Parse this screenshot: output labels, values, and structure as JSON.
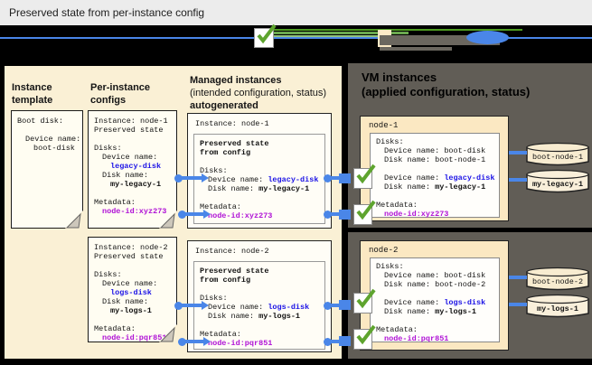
{
  "title": "Preserved state from per-instance config",
  "colors": {
    "accent_blue": "#4a86e8",
    "value_blue": "#1c13e6",
    "value_magenta": "#b012d6",
    "check_green": "#5ea42e",
    "panel_cream": "#faf0d5",
    "node_cream": "#fbe8c2",
    "panel_gray": "#615d56"
  },
  "legend": {
    "check_icon": "checkmark",
    "arrow_icon": "green-apply-arrow",
    "disk_icon": "blue-attach-line"
  },
  "headers": {
    "template_l1": "Instance",
    "template_l2": "template",
    "pic_l1": "Per-instance",
    "pic_l2": "configs",
    "managed_l1": "Managed instances",
    "managed_l2": "(intended configuration, status)",
    "managed_l3": "autogenerated",
    "vm_l1": "VM instances",
    "vm_l2": "(applied configuration, status)"
  },
  "template_doc": {
    "boot": "Boot disk:",
    "device_label": "Device name:",
    "device": "boot-disk"
  },
  "pic_docs": [
    {
      "instance": "Instance: node-1",
      "preserved": "Preserved state",
      "disks": "Disks:",
      "device_label": "Device name:",
      "device": "legacy-disk",
      "disk_label": "Disk name:",
      "disk": "my-legacy-1",
      "metadata": "Metadata:",
      "node_id": "node-id:xyz273"
    },
    {
      "instance": "Instance: node-2",
      "preserved": "Preserved state",
      "disks": "Disks:",
      "device_label": "Device name:",
      "device": "logs-disk",
      "disk_label": "Disk name:",
      "disk": "my-logs-1",
      "metadata": "Metadata:",
      "node_id": "node-id:pqr851"
    }
  ],
  "managed_boxes": [
    {
      "instance": "Instance: node-1",
      "preserved_l1": "Preserved state",
      "preserved_l2": "from config",
      "disks": "Disks:",
      "device_label": "Device name:",
      "device": "legacy-disk",
      "disk_label": "Disk name:",
      "disk": "my-legacy-1",
      "metadata": "Metadata:",
      "node_id": "node-id:xyz273"
    },
    {
      "instance": "Instance: node-2",
      "preserved_l1": "Preserved state",
      "preserved_l2": "from config",
      "disks": "Disks:",
      "device_label": "Device name:",
      "device": "logs-disk",
      "disk_label": "Disk name:",
      "disk": "my-logs-1",
      "metadata": "Metadata:",
      "node_id": "node-id:pqr851"
    }
  ],
  "vm_boxes": [
    {
      "name": "node-1",
      "disks": "Disks:",
      "boot_device_label": "Device name:",
      "boot_device": "boot-disk",
      "boot_disk_label": "Disk name:",
      "boot_disk": "boot-node-1",
      "device_label": "Device name:",
      "device": "legacy-disk",
      "disk_label": "Disk name:",
      "disk": "my-legacy-1",
      "metadata": "Metadata:",
      "node_id": "node-id:xyz273",
      "cylinder1": "boot-node-1",
      "cylinder2": "my-legacy-1"
    },
    {
      "name": "node-2",
      "disks": "Disks:",
      "boot_device_label": "Device name:",
      "boot_device": "boot-disk",
      "boot_disk_label": "Disk name:",
      "boot_disk": "boot-node-2",
      "device_label": "Device name:",
      "device": "logs-disk",
      "disk_label": "Disk name:",
      "disk": "my-logs-1",
      "metadata": "Metadata:",
      "node_id": "node-id:pqr851",
      "cylinder1": "boot-node-2",
      "cylinder2": "my-logs-1"
    }
  ]
}
